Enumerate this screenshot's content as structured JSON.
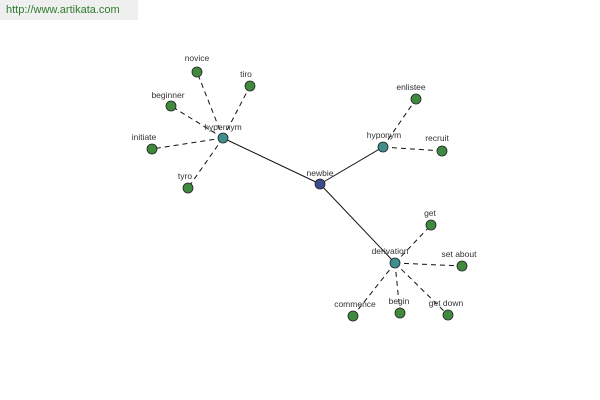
{
  "header": {
    "url": "http://www.artikata.com"
  },
  "colors": {
    "root": "#3d4a8c",
    "relation": "#3f8f8f",
    "leaf": "#3f8a3f",
    "node_stroke": "#222222",
    "solid_edge": "#111111",
    "dashed_edge": "#111111"
  },
  "graph": {
    "root": {
      "id": "newbie",
      "label": "newbie"
    },
    "relations": [
      {
        "id": "hypernym",
        "label": "hypernym",
        "leaves": [
          {
            "id": "novice",
            "label": "novice"
          },
          {
            "id": "tiro",
            "label": "tiro"
          },
          {
            "id": "beginner",
            "label": "beginner"
          },
          {
            "id": "initiate",
            "label": "initiate"
          },
          {
            "id": "tyro",
            "label": "tyro"
          }
        ]
      },
      {
        "id": "hyponym",
        "label": "hyponym",
        "leaves": [
          {
            "id": "enlistee",
            "label": "enlistee"
          },
          {
            "id": "recruit",
            "label": "recruit"
          }
        ]
      },
      {
        "id": "derivation",
        "label": "derivation",
        "leaves": [
          {
            "id": "get",
            "label": "get"
          },
          {
            "id": "set-about",
            "label": "set about"
          },
          {
            "id": "commence",
            "label": "commence"
          },
          {
            "id": "begin",
            "label": "begin"
          },
          {
            "id": "get-down",
            "label": "get down"
          }
        ]
      }
    ]
  }
}
